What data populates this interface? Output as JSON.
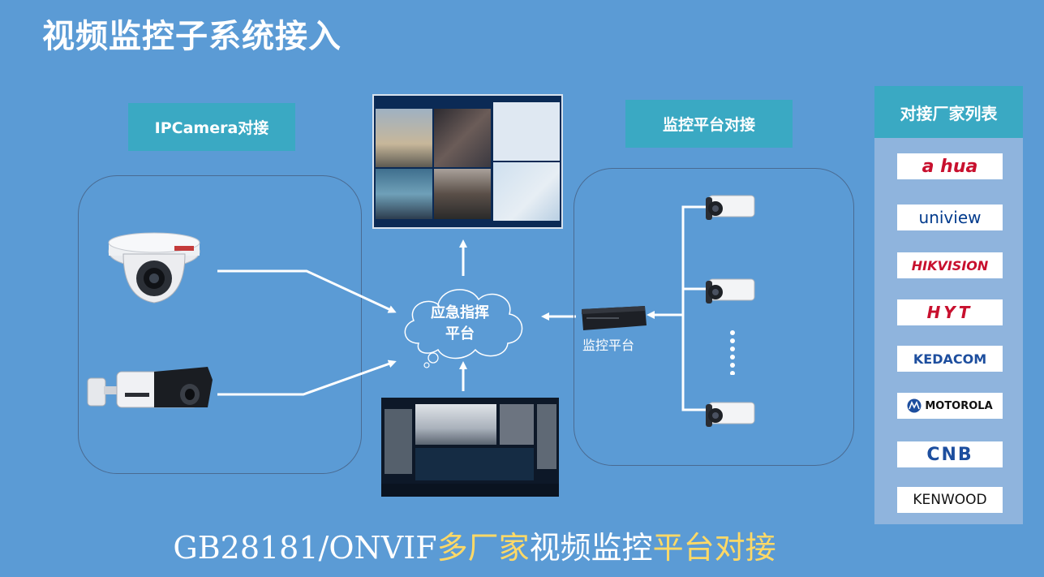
{
  "title": "视频监控子系统接入",
  "tags": {
    "ipcamera": "IPCamera对接",
    "platform": "监控平台对接"
  },
  "cloud": {
    "line1": "应急指挥",
    "line2": "平台"
  },
  "platform_device_label": "监控平台",
  "vendor_panel": {
    "heading": "对接厂家列表",
    "logos": [
      {
        "name": "alhua",
        "text": "a hua",
        "color": "#c8102e"
      },
      {
        "name": "uniview",
        "text": "uniview",
        "color": "#003a8c"
      },
      {
        "name": "hikvision",
        "text": "HIKVISION",
        "color": "#c8102e"
      },
      {
        "name": "hyt",
        "text": "HYT",
        "color": "#c8102e"
      },
      {
        "name": "kedacom",
        "text": "KEDACOM",
        "color": "#1d4e9e"
      },
      {
        "name": "motorola",
        "text": "MOTOROLA",
        "color": "#111111"
      },
      {
        "name": "cnb",
        "text": "CNB",
        "color": "#1d4e9e"
      },
      {
        "name": "kenwood",
        "text": "KENWOOD",
        "color": "#111111"
      }
    ]
  },
  "footer": {
    "part1": "GB28181/ONVIF",
    "part2": "多厂家",
    "part3": "视频监控",
    "part4": "平台对接"
  },
  "colors": {
    "background": "#5b9bd5",
    "tag": "#3aa9c3",
    "vendor_panel": "#8fb4dd",
    "footer_highlight": "#ffd966"
  }
}
